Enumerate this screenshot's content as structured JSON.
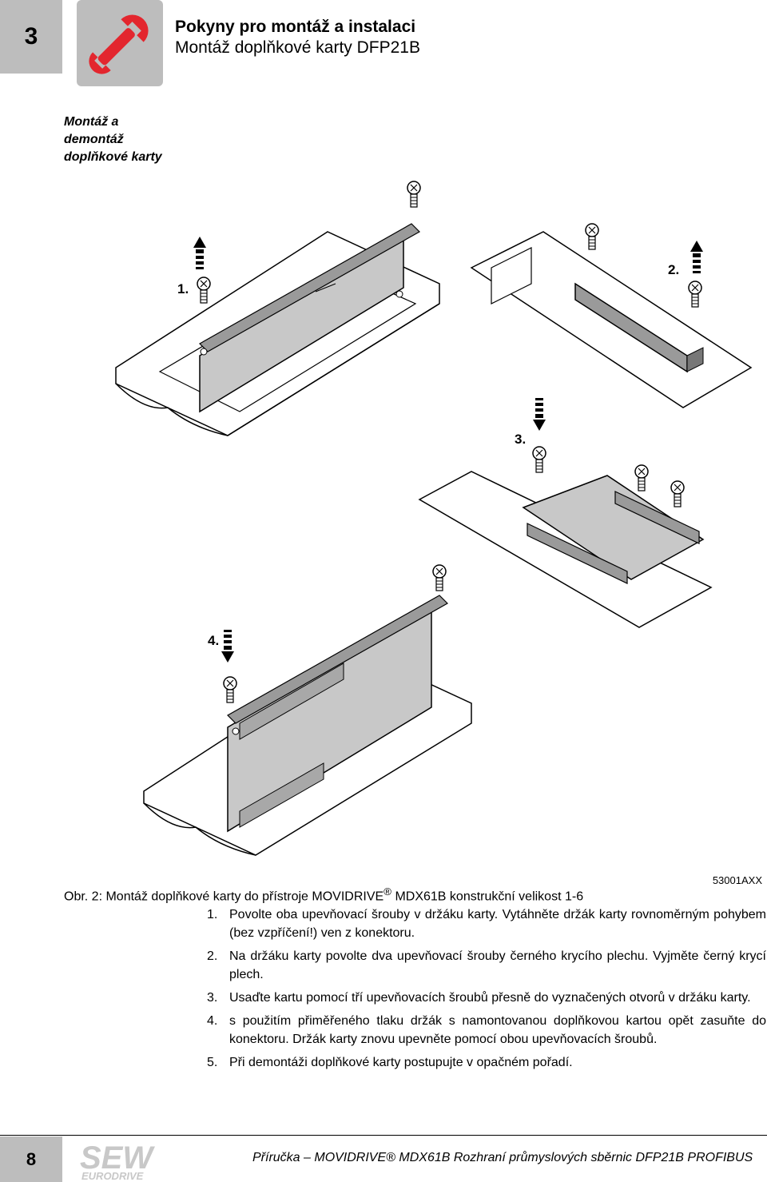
{
  "header": {
    "chapter": "3",
    "title": "Pokyny pro montáž a instalaci",
    "subtitle": "Montáž doplňkové karty DFP21B"
  },
  "side_heading": [
    "Montáž a",
    "demontáž",
    "doplňkové karty"
  ],
  "figure": {
    "code": "53001AXX",
    "labels": [
      "1.",
      "2.",
      "3.",
      "4."
    ],
    "caption_prefix": "Obr. 2: Montáž doplňkové karty do přístroje MOVIDRIVE",
    "caption_reg": "®",
    "caption_suffix": " MDX61B konstrukční velikost 1-6"
  },
  "steps": [
    {
      "num": "1.",
      "text": "Povolte oba upevňovací šrouby v držáku karty. Vytáhněte držák karty rovnoměrným pohybem (bez vzpříčení!) ven z konektoru."
    },
    {
      "num": "2.",
      "text": "Na držáku karty povolte dva upevňovací šrouby černého krycího plechu. Vyjměte černý krycí plech."
    },
    {
      "num": "3.",
      "text": "Usaďte kartu pomocí tří upevňovacích šroubů přesně do vyznačených otvorů v držáku karty."
    },
    {
      "num": "4.",
      "text": "s použitím přiměřeného tlaku držák s namontovanou doplňkovou kartou opět zasuňte do konektoru. Držák karty znovu upevněte pomocí obou upevňovacích šroubů."
    },
    {
      "num": "5.",
      "text": "Při demontáži doplňkové karty postupujte v opačném pořadí."
    }
  ],
  "footer": {
    "page": "8",
    "logo_top": "SEW",
    "logo_bottom": "EURODRIVE",
    "text": "Příručka – MOVIDRIVE® MDX61B Rozhraní průmyslových sběrnic DFP21B PROFIBUS"
  },
  "colors": {
    "gray_box": "#bdbdbd",
    "wrench": "#e3262e"
  },
  "icons": [
    "wrench-icon"
  ]
}
